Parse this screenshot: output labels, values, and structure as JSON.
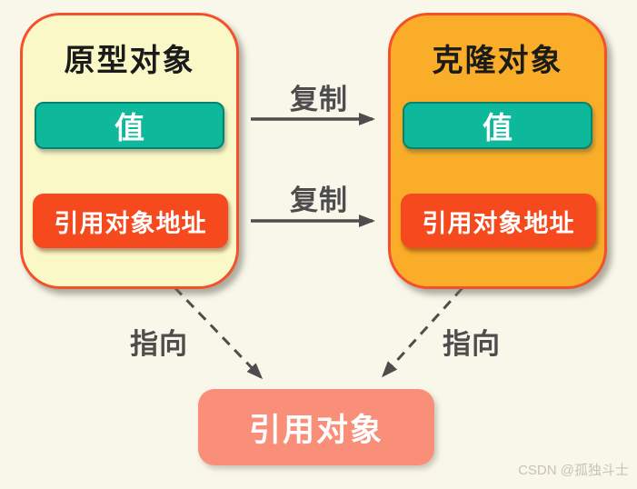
{
  "prototype_box": {
    "title": "原型对象",
    "value_label": "值",
    "reference_label": "引用对象地址"
  },
  "clone_box": {
    "title": "克隆对象",
    "value_label": "值",
    "reference_label": "引用对象地址"
  },
  "reference_box": {
    "label": "引用对象"
  },
  "labels": {
    "copy_top": "复制",
    "copy_bottom": "复制",
    "point_left": "指向",
    "point_right": "指向"
  },
  "watermark": "CSDN @孤独斗士",
  "colors": {
    "background": "#F9F7EA",
    "box_border": "#F3502B",
    "prototype_fill": "#FBF8C8",
    "clone_fill": "#FAAD28",
    "value_fill": "#0EB89B",
    "value_border": "#07826E",
    "reference_field_fill": "#F64A1E",
    "reference_object_fill": "#F98F78",
    "arrow": "#4D4D4D",
    "title_text": "#1B1B1B",
    "watermark_text": "#C7C4B6"
  }
}
